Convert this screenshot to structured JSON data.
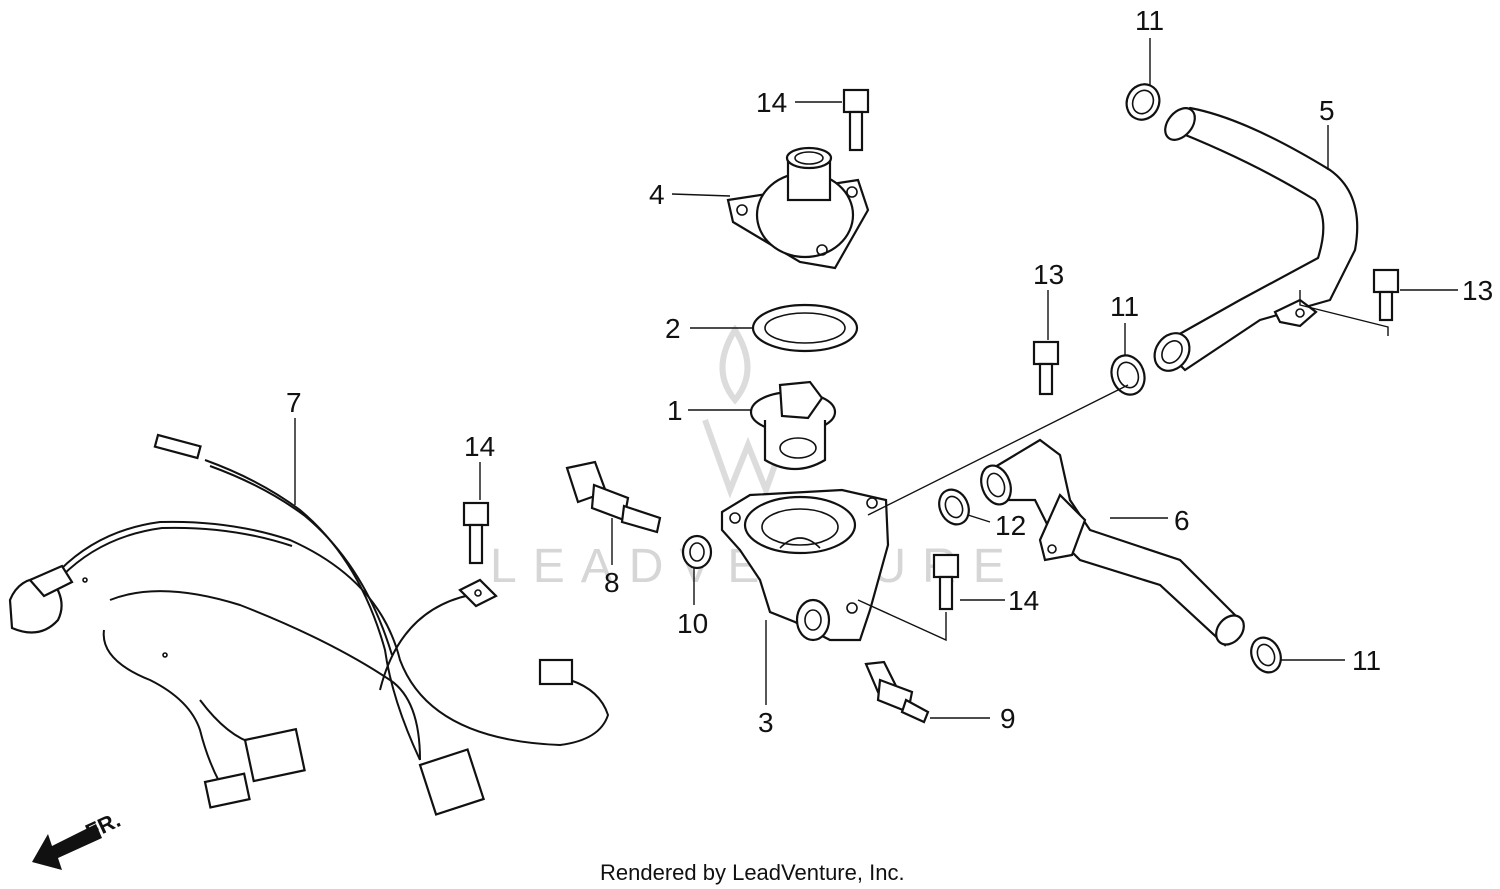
{
  "callouts": {
    "c1": "1",
    "c2": "2",
    "c3": "3",
    "c4": "4",
    "c5": "5",
    "c6": "6",
    "c7": "7",
    "c8": "8",
    "c9": "9",
    "c10": "10",
    "c11a": "11",
    "c11b": "11",
    "c11c": "11",
    "c12": "12",
    "c13a": "13",
    "c13b": "13",
    "c14a": "14",
    "c14b": "14",
    "c14c": "14"
  },
  "front_marker": "FR.",
  "watermark": "LEADVENTURE",
  "credit": "Rendered by LeadVenture, Inc."
}
